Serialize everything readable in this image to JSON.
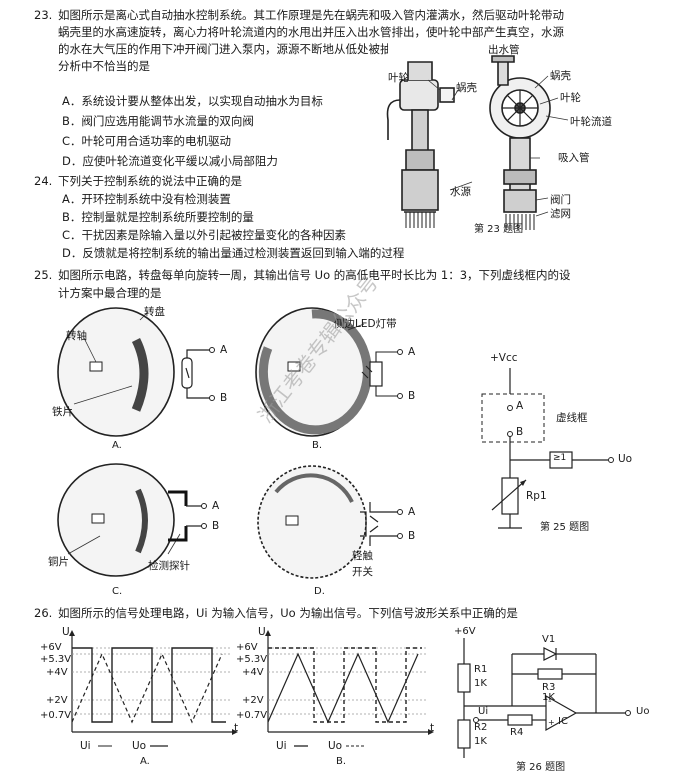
{
  "q23": {
    "number": "23.",
    "lines": [
      "如图所示是离心式自动抽水控制系统。其工作原理是先在蜗壳和吸入管内灌满水，然后驱动叶轮带动",
      "蜗壳里的水高速旋转，离心力将叶轮流道内的水甩出并压入出水管排出，使叶轮中部产生真空，水源",
      "的水在大气压的作用下冲开阀门进入泵内，源源不断地从低处被抽到高处。下列关于该系统的设计与",
      "分析中不恰当的是"
    ],
    "options": [
      "A．系统设计要从整体出发，以实现自动抽水为目标",
      "B．阀门应选用能调节水流量的双向阀",
      "C．叶轮可用合适功率的电机驱动",
      "D．应使叶轮流道变化平缓以减小局部阻力"
    ],
    "figure": {
      "labels": [
        "出水管",
        "叶轮",
        "蜗壳",
        "蜗壳",
        "叶轮",
        "叶轮流道",
        "吸入管",
        "水源",
        "阀门",
        "滤网"
      ],
      "caption": "第 23 题图"
    }
  },
  "q24": {
    "number": "24.",
    "stem": "下列关于控制系统的说法中正确的是",
    "options": [
      "A．开环控制系统中没有检测装置",
      "B．控制量就是控制系统所要控制的量",
      "C．干扰因素是除输入量以外引起被控量变化的各种因素",
      "D．反馈就是将控制系统的输出量通过检测装置返回到输入端的过程"
    ]
  },
  "q25": {
    "number": "25.",
    "lines": [
      "如图所示电路，转盘每单向旋转一周，其输出信号 Uo 的高低电平时长比为 1：3，下列虚线框内的设",
      "计方案中最合理的是"
    ],
    "figA": {
      "labels": [
        "转盘",
        "转轴",
        "铁片",
        "A",
        "B"
      ],
      "letter": "A."
    },
    "figB": {
      "labels": [
        "侧边LED灯带",
        "A",
        "B"
      ],
      "letter": "B."
    },
    "figC": {
      "labels": [
        "铜片",
        "检测探针",
        "A",
        "B"
      ],
      "letter": "C."
    },
    "figD": {
      "labels": [
        "轻触",
        "开关",
        "A",
        "B"
      ],
      "letter": "D."
    },
    "circuit": {
      "labels": [
        "+Vcc",
        "A",
        "虚线框",
        "B",
        "≥1",
        "Uo",
        "Rp1"
      ],
      "caption": "第 25 题图"
    },
    "watermark": "浙江考卷专辑公众号"
  },
  "q26": {
    "number": "26.",
    "stem": "如图所示的信号处理电路，Ui 为输入信号，Uo 为输出信号。下列信号波形关系中正确的是",
    "graphA": {
      "axis": "U",
      "t": "t",
      "ticks": [
        "+6V",
        "+5.3V",
        "+4V",
        "+2V",
        "+0.7V"
      ],
      "legend": [
        "Ui",
        "Uo"
      ],
      "letter": "A."
    },
    "graphB": {
      "axis": "U",
      "t": "t",
      "ticks": [
        "+6V",
        "+5.3V",
        "+4V",
        "+2V",
        "+0.7V"
      ],
      "legend": [
        "Ui",
        "Uo"
      ],
      "letter": "B."
    },
    "circuit": {
      "labels": [
        "+6V",
        "V1",
        "R1",
        "1K",
        "R3",
        "1K",
        "Ui",
        "R4",
        "IC",
        "Uo",
        "R2",
        "1K",
        "-",
        "+"
      ],
      "caption": "第 26 题图"
    }
  }
}
